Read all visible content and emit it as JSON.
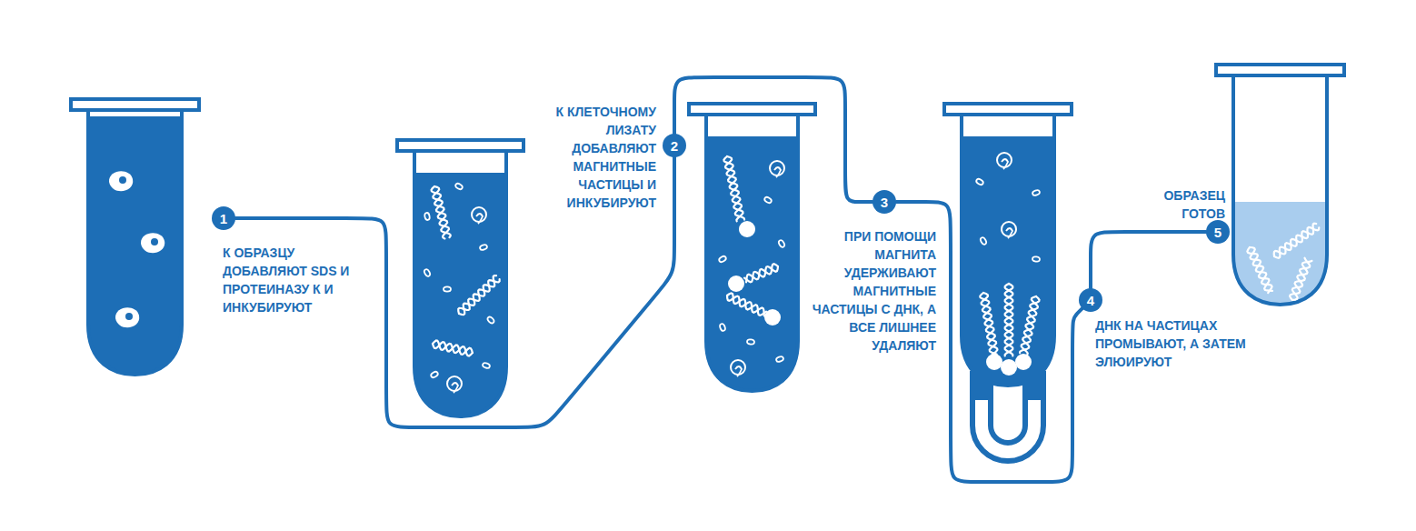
{
  "diagram": {
    "nodes": [
      {
        "text": [
          "1"
        ]
      },
      {
        "text": [
          "2"
        ]
      },
      {
        "text": [
          "3"
        ]
      },
      {
        "text": [
          "4"
        ]
      },
      {
        "text": [
          "5"
        ]
      }
    ],
    "edges": [
      {
        "from": 0,
        "to": 1,
        "arrow": "none"
      },
      {
        "from": 1,
        "to": 2,
        "arrow": "none"
      },
      {
        "from": 2,
        "to": 3,
        "arrow": "none"
      },
      {
        "from": 3,
        "to": 4,
        "arrow": "none"
      }
    ],
    "labels": [
      "К ОБРАЗЦУ ДОБАВЛЯЮТ SDS И ПРОТЕИНАЗУ К И ИНКУБИРУЮТ",
      "К КЛЕТОЧНОМУ ЛИЗАТУ ДОБАВЛЯЮТ МАГНИТНЫЕ ЧАСТИЦЫ И ИНКУБИРУЮТ",
      "ПРИ ПОМОЩИ МАГНИТА УДЕРЖИВАЮТ МАГНИТНЫЕ ЧАСТИЦЫ С ДНК, А ВСЕ ЛИШНЕЕ УДАЛЯЮТ",
      "ДНК НА ЧАСТИЦАХ ПРОМЫВАЮТ, А ЗАТЕМ ЭЛЮИРУЮТ",
      "ОБРАЗЕЦ ГОТОВ"
    ]
  }
}
